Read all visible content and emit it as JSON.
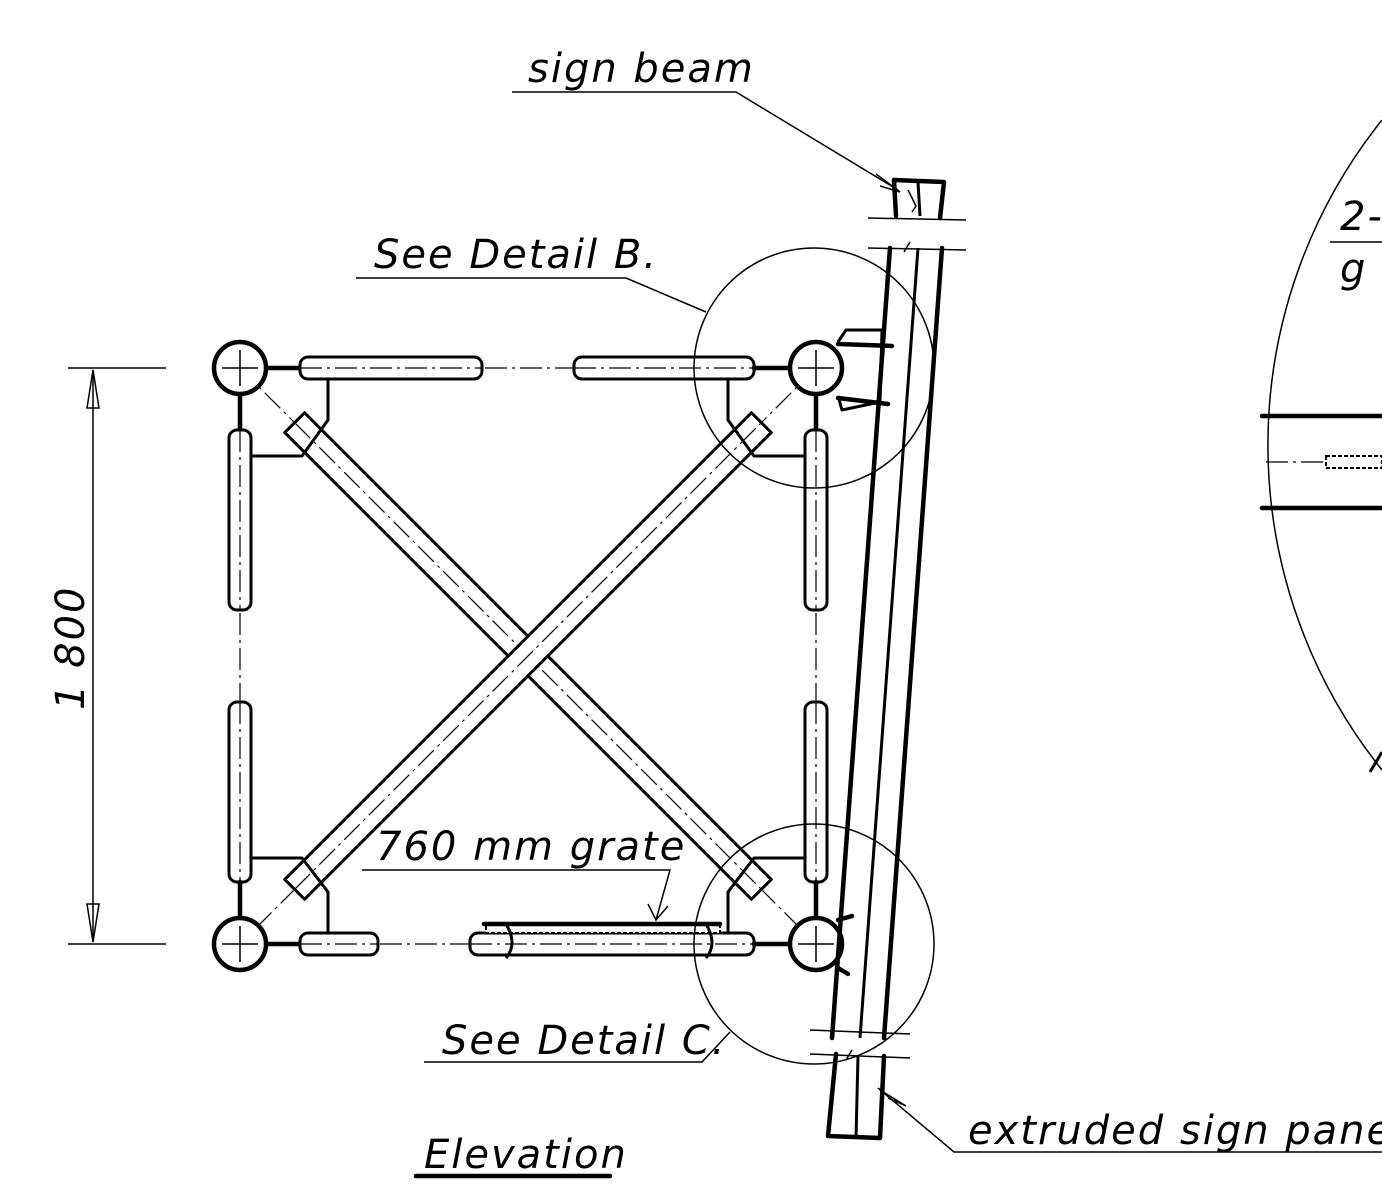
{
  "labels": {
    "sign_beam": "sign beam",
    "see_detail_b": "See Detail B.",
    "see_detail_c": "See Detail C.",
    "grate": "760 mm grate",
    "extruded_panel": "extruded sign panel",
    "elevation": "Elevation",
    "dimension": "1 800",
    "partial_top": "2-",
    "partial_g": "g"
  }
}
